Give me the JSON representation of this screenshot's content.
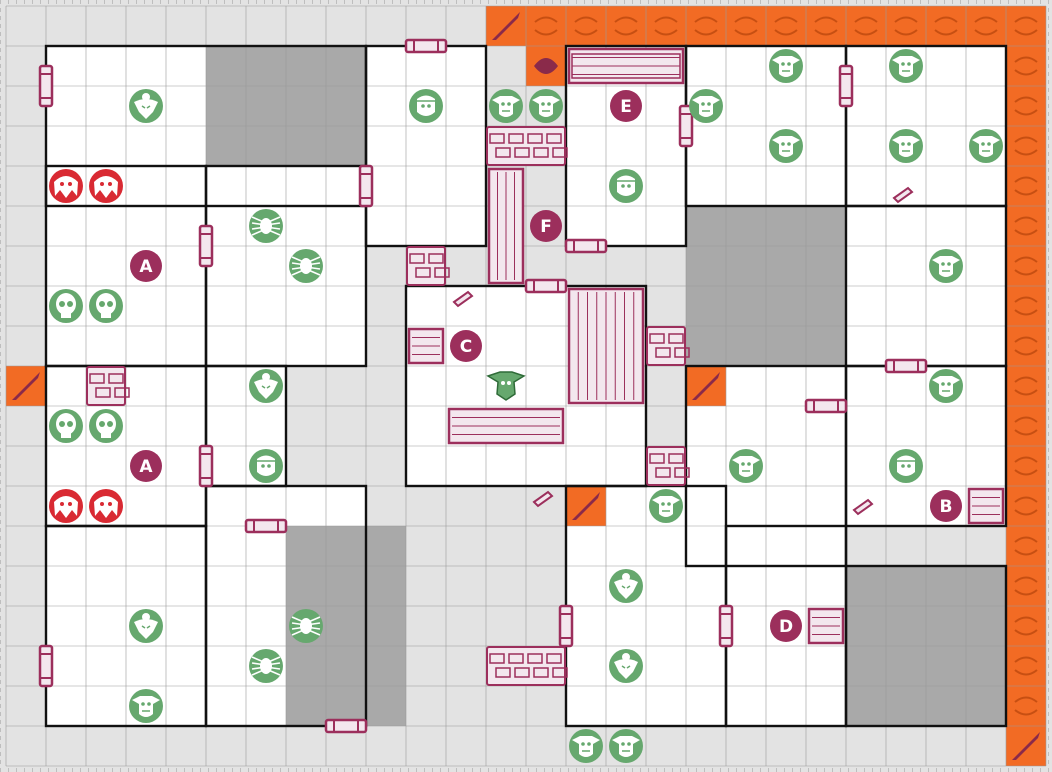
{
  "board": {
    "cols": 26,
    "rows": 19,
    "colors": {
      "corridor": "#e3e3e3",
      "room": "#ffffff",
      "solid": "#a9a9a9",
      "hazard": "#f26b24",
      "hazard_symbol": "#c74f12",
      "wall": "#111111",
      "grid": "#9a9a9a",
      "monster": "#66a86e",
      "hero": "#d92a33",
      "marker": "#9c2f5c",
      "door": "#9c2f5c",
      "furniture": "#f3e7ee"
    },
    "solids": [
      [
        5,
        1,
        4,
        3
      ],
      [
        7,
        13,
        3,
        5
      ],
      [
        17,
        5,
        4,
        4
      ],
      [
        21,
        14,
        4,
        4
      ]
    ],
    "rooms": [
      [
        1,
        1,
        8,
        4
      ],
      [
        9,
        1,
        3,
        5
      ],
      [
        14,
        1,
        3,
        5
      ],
      [
        17,
        1,
        4,
        4
      ],
      [
        21,
        1,
        4,
        4
      ],
      [
        1,
        4,
        4,
        5
      ],
      [
        5,
        4,
        4,
        5
      ],
      [
        21,
        5,
        4,
        4
      ],
      [
        10,
        7,
        6,
        5
      ],
      [
        1,
        9,
        4,
        4
      ],
      [
        5,
        9,
        2,
        3
      ],
      [
        17,
        9,
        4,
        5
      ],
      [
        21,
        9,
        4,
        4
      ],
      [
        1,
        13,
        4,
        5
      ],
      [
        5,
        12,
        4,
        6
      ],
      [
        14,
        12,
        4,
        6
      ],
      [
        18,
        13,
        3,
        5
      ],
      [
        21,
        14,
        4,
        4
      ]
    ],
    "hazard_strips": [
      [
        12,
        0,
        14,
        1
      ],
      [
        25,
        0,
        1,
        19
      ],
      [
        13,
        1,
        1,
        1
      ]
    ],
    "hazard_arrows": [
      [
        12,
        0
      ],
      [
        0,
        9
      ],
      [
        17,
        9
      ],
      [
        14,
        12
      ],
      [
        25,
        18
      ]
    ],
    "markers": [
      {
        "label": "A",
        "col": 3,
        "row": 6
      },
      {
        "label": "A",
        "col": 3,
        "row": 11
      },
      {
        "label": "B",
        "col": 23,
        "row": 12
      },
      {
        "label": "C",
        "col": 11,
        "row": 8
      },
      {
        "label": "D",
        "col": 19,
        "row": 15
      },
      {
        "label": "E",
        "col": 15,
        "row": 2
      },
      {
        "label": "F",
        "col": 13,
        "row": 5
      }
    ],
    "monsters": [
      {
        "type": "orc-chieftain",
        "col": 3,
        "row": 2
      },
      {
        "type": "goblin-archer",
        "col": 10,
        "row": 2
      },
      {
        "type": "goblin",
        "col": 12,
        "row": 2
      },
      {
        "type": "goblin",
        "col": 13,
        "row": 2
      },
      {
        "type": "goblin",
        "col": 19,
        "row": 1
      },
      {
        "type": "goblin",
        "col": 22,
        "row": 1
      },
      {
        "type": "goblin",
        "col": 17,
        "row": 2
      },
      {
        "type": "goblin",
        "col": 19,
        "row": 3
      },
      {
        "type": "goblin",
        "col": 22,
        "row": 3
      },
      {
        "type": "goblin",
        "col": 24,
        "row": 3
      },
      {
        "type": "zombie",
        "col": 15,
        "row": 4
      },
      {
        "type": "spider",
        "col": 6,
        "row": 5
      },
      {
        "type": "spider",
        "col": 7,
        "row": 6
      },
      {
        "type": "skull",
        "col": 1,
        "row": 7
      },
      {
        "type": "skull",
        "col": 2,
        "row": 7
      },
      {
        "type": "orc",
        "col": 23,
        "row": 6
      },
      {
        "type": "warlord",
        "col": 12,
        "row": 9
      },
      {
        "type": "orc-chieftain",
        "col": 6,
        "row": 9
      },
      {
        "type": "goblin",
        "col": 23,
        "row": 9
      },
      {
        "type": "skull",
        "col": 1,
        "row": 10
      },
      {
        "type": "skull",
        "col": 2,
        "row": 10
      },
      {
        "type": "goblin-archer",
        "col": 6,
        "row": 11
      },
      {
        "type": "goblin",
        "col": 18,
        "row": 11
      },
      {
        "type": "zombie",
        "col": 22,
        "row": 11
      },
      {
        "type": "goblin",
        "col": 16,
        "row": 12
      },
      {
        "type": "orc-chieftain",
        "col": 15,
        "row": 14
      },
      {
        "type": "orc-chieftain",
        "col": 3,
        "row": 15
      },
      {
        "type": "spider",
        "col": 7,
        "row": 15
      },
      {
        "type": "spider",
        "col": 6,
        "row": 16
      },
      {
        "type": "orc-chieftain",
        "col": 15,
        "row": 16
      },
      {
        "type": "goblin",
        "col": 3,
        "row": 17
      },
      {
        "type": "goblin",
        "col": 14,
        "row": 18
      },
      {
        "type": "goblin",
        "col": 15,
        "row": 18
      }
    ],
    "heroes": [
      {
        "type": "barbarian",
        "col": 1,
        "row": 4
      },
      {
        "type": "elf",
        "col": 2,
        "row": 4
      },
      {
        "type": "dwarf",
        "col": 1,
        "row": 12
      },
      {
        "type": "wizard",
        "col": 2,
        "row": 12
      }
    ],
    "doors": [
      {
        "col": 1,
        "row": 2,
        "o": "v"
      },
      {
        "col": 10.5,
        "row": 1,
        "o": "h"
      },
      {
        "col": 9,
        "row": 4.5,
        "o": "v"
      },
      {
        "col": 5,
        "row": 6,
        "o": "v"
      },
      {
        "col": 17,
        "row": 3,
        "o": "v"
      },
      {
        "col": 21,
        "row": 2,
        "o": "v"
      },
      {
        "col": 14.5,
        "row": 6,
        "o": "h"
      },
      {
        "col": 13.5,
        "row": 7,
        "o": "h"
      },
      {
        "col": 22.5,
        "row": 9,
        "o": "h"
      },
      {
        "col": 20.5,
        "row": 10,
        "o": "h"
      },
      {
        "col": 5,
        "row": 11.5,
        "o": "v"
      },
      {
        "col": 6.5,
        "row": 13,
        "o": "h"
      },
      {
        "col": 14,
        "row": 15.5,
        "o": "v"
      },
      {
        "col": 18,
        "row": 15.5,
        "o": "v"
      },
      {
        "col": 1,
        "row": 16.5,
        "o": "v"
      },
      {
        "col": 8.5,
        "row": 18,
        "o": "h"
      }
    ],
    "rubble": [
      [
        12,
        3,
        2,
        1
      ],
      [
        10,
        6,
        1,
        1
      ],
      [
        2,
        9,
        1,
        1
      ],
      [
        16,
        8,
        1,
        1
      ],
      [
        16,
        11,
        1,
        1
      ],
      [
        12,
        16,
        2,
        1
      ]
    ],
    "furniture": [
      {
        "type": "bookcase",
        "col": 14,
        "row": 1,
        "w": 3,
        "h": 1
      },
      {
        "type": "rack",
        "col": 12,
        "row": 4,
        "w": 1,
        "h": 3
      },
      {
        "type": "table",
        "col": 14,
        "row": 7,
        "w": 2,
        "h": 3
      },
      {
        "type": "cupboard",
        "col": 10,
        "row": 8,
        "w": 1,
        "h": 1
      },
      {
        "type": "table",
        "col": 11,
        "row": 10,
        "w": 3,
        "h": 1
      },
      {
        "type": "cupboard",
        "col": 24,
        "row": 12,
        "w": 1,
        "h": 1
      },
      {
        "type": "cupboard",
        "col": 20,
        "row": 15,
        "w": 1,
        "h": 1
      }
    ],
    "traps": [
      [
        22,
        4.5
      ],
      [
        11,
        7.1
      ],
      [
        13,
        12.1
      ],
      [
        21,
        12.3
      ]
    ],
    "exit_sign": {
      "col": 13,
      "row": 1
    }
  }
}
